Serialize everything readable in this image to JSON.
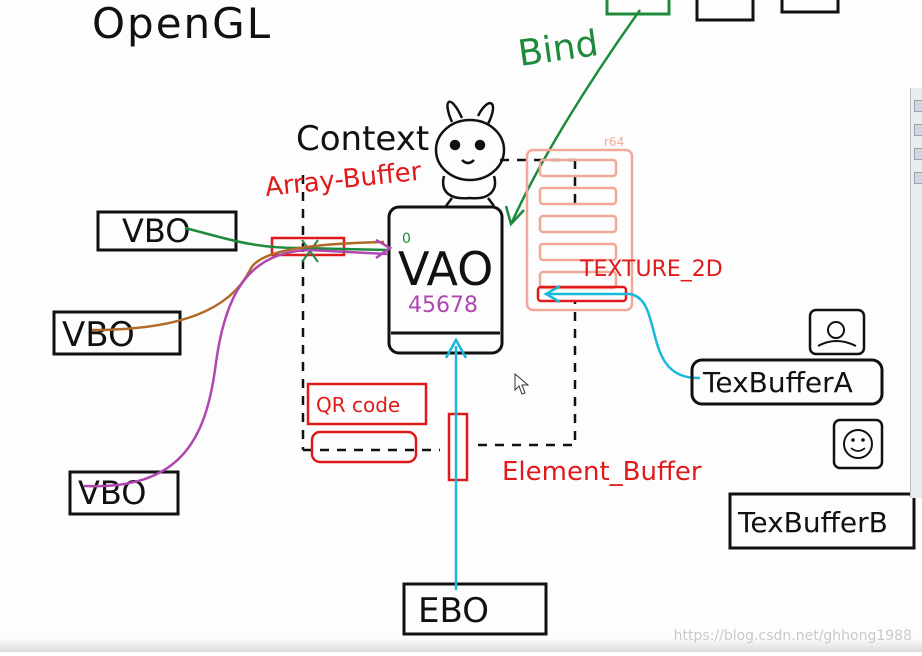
{
  "title": "OpenGL",
  "labels": {
    "context": "Context",
    "bind": "Bind",
    "array_buffer": "Array-Buffer",
    "vao": "VAO",
    "vao_slots": "45678",
    "vao_slot_small": "0",
    "texture_2d": "TEXTURE_2D",
    "element_buffer": "Element_Buffer",
    "qr_code": "QR code",
    "texture_units": "r64"
  },
  "nodes": {
    "vbo_1": "VBO",
    "vbo_2": "VBO",
    "vbo_3": "VBO",
    "ebo": "EBO",
    "tex_buffer_a": "TexBufferA",
    "tex_buffer_b": "TexBufferB"
  },
  "colors": {
    "ink": "#111111",
    "red": "#e01a1a",
    "green": "#1e8a3c",
    "brown": "#b06a2a",
    "purple": "#b046b0",
    "cyan": "#19b7d8",
    "salmon": "#f2a898"
  },
  "watermark": "https://blog.csdn.net/ghhong1988"
}
